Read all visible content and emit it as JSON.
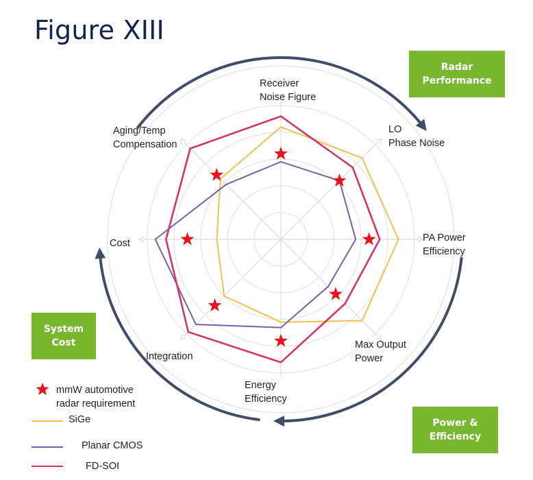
{
  "figure_title": "Figure XIII",
  "badges": {
    "radar": [
      "Radar",
      "Performance"
    ],
    "system": [
      "System",
      "Cost"
    ],
    "power": [
      "Power &",
      "Efficiency"
    ]
  },
  "colors": {
    "sige": "#f2c14e",
    "planar_cmos": "#7b5ea7",
    "fd_soi": "#d6336c",
    "requirement": "#e8141c",
    "badge": "#78b72e",
    "title": "#14224f",
    "arc": "#3f4e66"
  },
  "legend": {
    "requirement": [
      "mmW automotive",
      "radar requirement"
    ],
    "sige": "SiGe",
    "planar_cmos": "Planar CMOS",
    "fd_soi": "FD-SOI"
  },
  "chart_data": {
    "type": "radar",
    "axes": [
      [
        "Receiver",
        "Noise Figure"
      ],
      [
        "LO",
        "Phase Noise"
      ],
      [
        "PA Power",
        "Efficiency"
      ],
      [
        "Max Output",
        "Power"
      ],
      [
        "Energy",
        "Efficiency"
      ],
      [
        "Integration"
      ],
      [
        "Cost"
      ],
      [
        "Aging/Temp",
        "Compensation"
      ]
    ],
    "rlim": [
      0,
      5
    ],
    "series": [
      {
        "key": "sige",
        "values": [
          4.2,
          4.3,
          4.4,
          4.3,
          3.1,
          3.0,
          2.4,
          3.2
        ]
      },
      {
        "key": "planar_cmos",
        "values": [
          2.9,
          3.1,
          2.8,
          2.5,
          3.3,
          4.5,
          4.7,
          2.9
        ]
      },
      {
        "key": "fd_soi",
        "values": [
          4.6,
          3.8,
          3.7,
          3.4,
          4.6,
          4.9,
          4.3,
          4.8
        ]
      },
      {
        "key": "requirement",
        "values": [
          3.2,
          3.1,
          3.3,
          2.9,
          3.8,
          3.5,
          3.5,
          3.4
        ]
      }
    ]
  }
}
